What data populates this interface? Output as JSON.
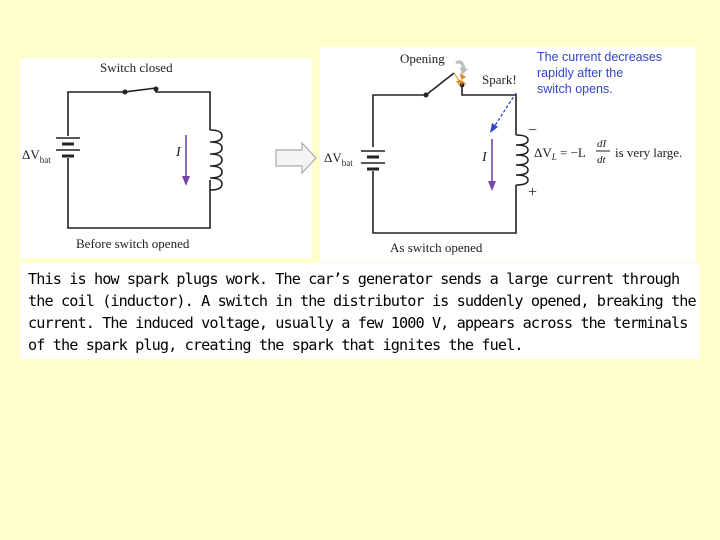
{
  "left_circuit": {
    "switch_label": "Switch closed",
    "battery_label": "ΔV",
    "battery_sub": "bat",
    "current_label": "I",
    "caption": "Before switch opened"
  },
  "right_circuit": {
    "opening_label": "Opening",
    "spark_label": "Spark!",
    "battery_label": "ΔV",
    "battery_sub": "bat",
    "current_label": "I",
    "minus_sign": "−",
    "plus_sign": "+",
    "emf_lhs": "ΔV",
    "emf_sub": "L",
    "emf_eq": " = −L",
    "emf_num": "dI",
    "emf_den": "dt",
    "emf_tail": "is very large.",
    "note_lines": [
      "The current decreases",
      "rapidly after the",
      "switch opens."
    ],
    "caption": "As switch opened"
  },
  "caption_text": "This is how spark plugs work. The car’s generator sends a large current through the coil (inductor). A switch in the distributor is suddenly opened, breaking the current. The induced voltage, usually a few 1000 V, appears across the terminals of the spark plug, creating the spark that ignites the fuel.",
  "colors": {
    "background": "#ffffcc",
    "note_blue": "#3344cc",
    "current_arrow": "#7744aa",
    "spark": "#e08a20"
  }
}
